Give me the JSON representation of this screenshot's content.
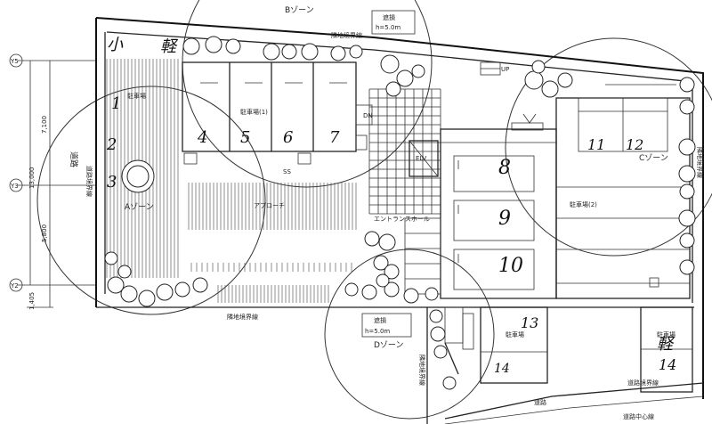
{
  "zones": {
    "a": "Aゾーン",
    "b": "Bゾーン",
    "c": "Cゾーン",
    "d": "Dゾーン"
  },
  "shading": {
    "title": "遮損",
    "height": "h=5.0m"
  },
  "labels": {
    "parking1": "駐車場(1)",
    "parking2": "駐車場(2)",
    "parking3": "駐車場",
    "parking4": "駐車場",
    "parking_small": "駐車場",
    "arcade": "アプローチ",
    "elv": "ELV",
    "ss": "SS",
    "entrance_hall": "エントランスホール",
    "boundary_top": "隣地境界線",
    "boundary_bottom": "隣地境界線",
    "boundary_right": "隣地境界線",
    "boundary_road": "道路境界線",
    "boundary_left": "道路境界線",
    "boundary_d": "隣地境界線",
    "road_left": "道路",
    "road_bottom": "道路",
    "road_center": "道路中心線",
    "up": "UP",
    "dn": "DN"
  },
  "grid": {
    "y5": "Y5",
    "y3": "Y3",
    "y2": "Y2",
    "dim_7100": "7,100",
    "dim_13000": "13,000",
    "dim_5800": "5,800",
    "dim_1405": "1,405"
  },
  "handwritten": {
    "n1": "1",
    "n2": "2",
    "n3": "3",
    "n4": "4",
    "n5": "5",
    "n6": "6",
    "n7": "7",
    "n8": "8",
    "n9": "9",
    "n10": "10",
    "n11": "11",
    "n12": "12",
    "n13": "13",
    "n14": "14",
    "kei1": "軽",
    "kei2": "軽",
    "small": "小"
  }
}
